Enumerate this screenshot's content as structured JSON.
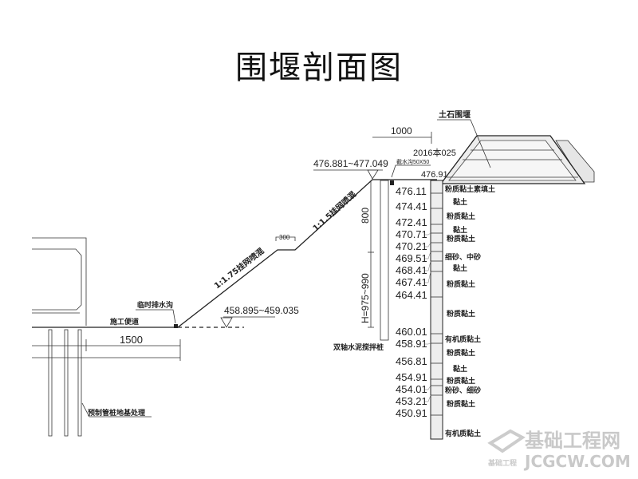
{
  "title": "围堰剖面图",
  "labels": {
    "width_top": "1000",
    "cofferdam": "土石围堰",
    "note_top": "2016本025",
    "ditch_small": "截水沟50X50",
    "elev_top_small": "476.91",
    "elev_crest": "476.881~477.049",
    "slope_upper": "1:1.5挂网喷混",
    "berm_width": "300",
    "slope_lower": "1:1.75挂网喷混",
    "drain_ditch": "临时排水沟",
    "construction_road": "施工便道",
    "elev_base": "458.895~459.035",
    "road_width": "1500",
    "pile_upper": "800",
    "pile_depth": "H=975~990",
    "mixing_pile": "双轴水泥搅拌桩",
    "pipe_pile": "预制管桩地基处理"
  },
  "elevations": [
    "476.11",
    "474.41",
    "472.41",
    "470.71",
    "470.21",
    "469.51",
    "468.41",
    "467.41",
    "464.41",
    "460.01",
    "458.91",
    "456.81",
    "454.91",
    "454.01",
    "453.21",
    "450.91"
  ],
  "soils": [
    "粉质黏土素填土",
    "黏土",
    "粉质黏土",
    "黏土",
    "粉质黏土",
    "细砂、中砂",
    "黏土",
    "粉质黏土",
    "粉质黏土",
    "有机质黏土",
    "粉质黏土",
    "黏土",
    "粉质黏土",
    "粉砂、细砂",
    "粉质黏土",
    "有机质黏土"
  ],
  "watermark": {
    "cn": "基础工程网",
    "en": "JCGCW.COM",
    "small": "基础工程"
  }
}
